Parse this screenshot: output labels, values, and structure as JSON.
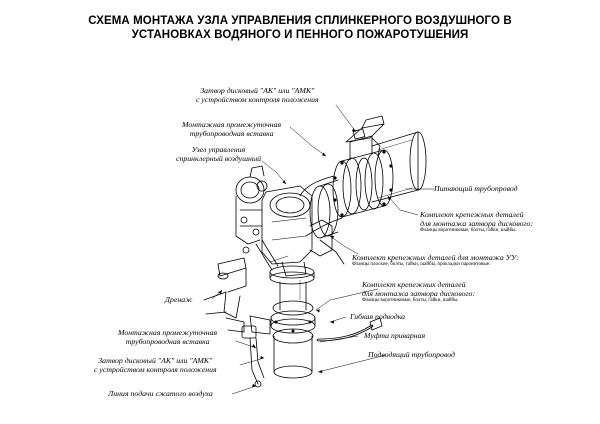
{
  "title": {
    "line1": "СХЕМА МОНТАЖА УЗЛА УПРАВЛЕНИЯ СПЛИНКЕРНОГО ВОЗДУШНОГО В",
    "line2": "УСТАНОВКАХ ВОДЯНОГО И ПЕННОГО ПОЖАРОТУШЕНИЯ"
  },
  "labels": {
    "valve_top_1": "Затвор дисковый \"АК\" или \"АМК\"",
    "valve_top_2": "с устройством контроля положения",
    "insert_top_1": "Монтажная промежуточная",
    "insert_top_2": "трубопроводная вставка",
    "unit_1": "Узел управления",
    "unit_2": "спринклерный воздушный",
    "supply_pipe": "Питающий трубопровод",
    "fasteners_valve_top_1": "Комплект крепежных деталей",
    "fasteners_valve_top_2": "для монтажа затвора дискового:",
    "fasteners_valve_top_sub": "Фланцы воротниковые, болты, гайки, шайбы.",
    "fasteners_uu": "Комплект крепежных деталей для монтажа УУ:",
    "fasteners_uu_sub": "Фланцы плоские, болты, гайки, шайбы, прокладки паронитовые.",
    "drain": "Дренаж",
    "fasteners_valve_bottom_1": "Комплект крепежных деталей",
    "fasteners_valve_bottom_2": "для монтажа затвора дискового:",
    "fasteners_valve_bottom_sub": "Фланцы воротниковые, болты, гайки, шайбы.",
    "flex_hose": "Гибкая подводка",
    "insert_bottom_1": "Монтажная промежуточная",
    "insert_bottom_2": "трубопроводная вставка",
    "welded_coupling": "Муфта приварная",
    "valve_bottom_1": "Затвор дисковый \"АК\" или \"АМК\"",
    "valve_bottom_2": "с устройством контроля положения",
    "feed_pipe": "Подводящий трубопровод",
    "air_line": "Линия подачи сжатого воздуха"
  }
}
